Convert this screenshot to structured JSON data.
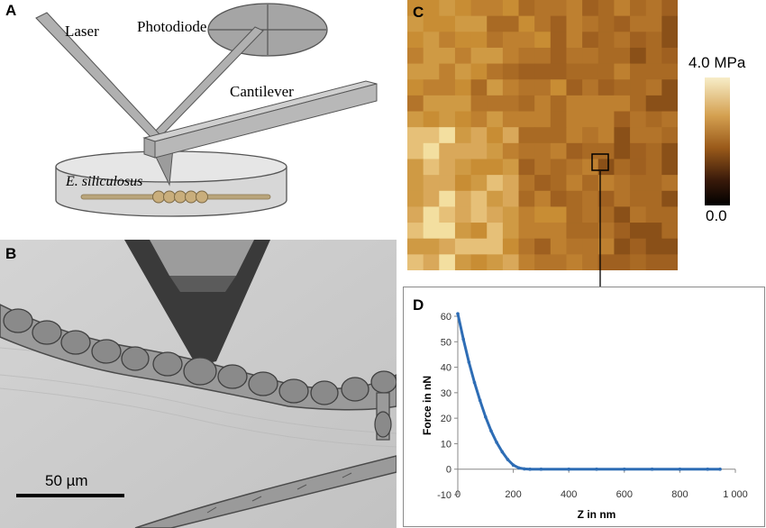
{
  "panels": {
    "a": {
      "letter": "A",
      "labels": {
        "laser": "Laser",
        "photodiode": "Photodiode",
        "cantilever": "Cantilever",
        "specimen": "E. siliculosus"
      }
    },
    "b": {
      "letter": "B",
      "scalebar_label": "50 µm"
    },
    "c": {
      "letter": "C",
      "colorbar_max": "4.0 MPa",
      "colorbar_min": "0.0",
      "colors": {
        "light": "#f5e7b6",
        "mid": "#c8902c",
        "dark": "#000000"
      }
    },
    "d": {
      "letter": "D",
      "plot_color": "#2e6db5"
    }
  },
  "chart_data": {
    "type": "scatter",
    "title": "",
    "xlabel": "Z  in nm",
    "ylabel": "Force in nN",
    "xlim": [
      0,
      1000
    ],
    "ylim": [
      -10,
      60
    ],
    "xticks": [
      "0",
      "200",
      "400",
      "600",
      "800",
      "1 000"
    ],
    "yticks": [
      "-10",
      "0",
      "10",
      "20",
      "30",
      "40",
      "50",
      "60"
    ],
    "grid": false,
    "series": [
      {
        "x": [
          0,
          20,
          40,
          60,
          80,
          100,
          120,
          140,
          160,
          180,
          200,
          220,
          240,
          260,
          300,
          400,
          500,
          600,
          700,
          800,
          900,
          945
        ],
        "y": [
          61,
          51,
          42,
          34,
          27,
          20.5,
          15,
          10.5,
          6.8,
          3.8,
          1.6,
          0.5,
          0.1,
          0,
          0,
          0,
          0,
          0,
          0,
          0,
          0,
          0
        ]
      }
    ]
  }
}
